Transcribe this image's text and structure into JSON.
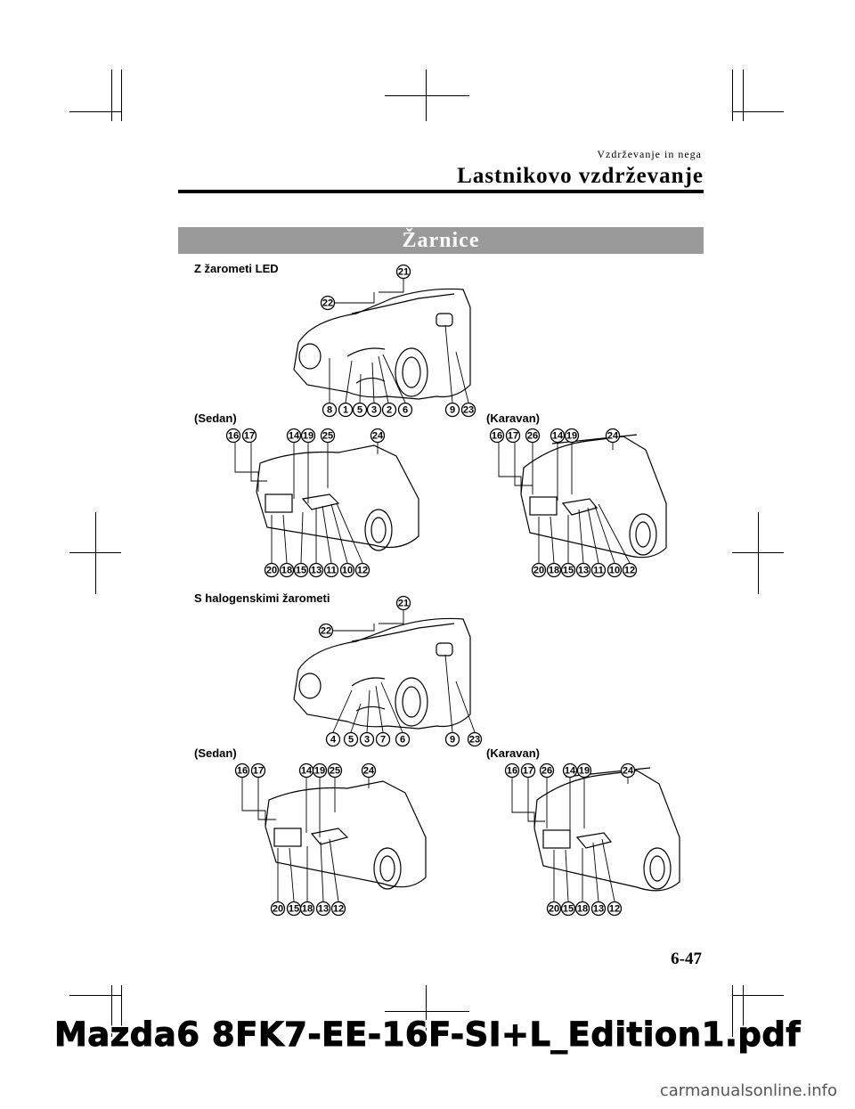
{
  "header": {
    "section": "Vzdrževanje in nega",
    "chapter": "Lastnikovo vzdrževanje"
  },
  "title": "Žarnice",
  "led": {
    "label": "Z žarometi LED",
    "front_callouts": [
      "21",
      "22",
      "8",
      "1",
      "5",
      "3",
      "2",
      "6",
      "9",
      "23"
    ],
    "sedan_label": "(Sedan)",
    "sedan_top": [
      "16",
      "17",
      "14",
      "19",
      "25",
      "24"
    ],
    "sedan_bottom": [
      "20",
      "18",
      "15",
      "13",
      "11",
      "10",
      "12"
    ],
    "wagon_label": "(Karavan)",
    "wagon_top": [
      "16",
      "17",
      "26",
      "14",
      "19",
      "24"
    ],
    "wagon_bottom": [
      "20",
      "18",
      "15",
      "13",
      "11",
      "10",
      "12"
    ]
  },
  "halogen": {
    "label": "S halogenskimi žarometi",
    "front_callouts": [
      "21",
      "22",
      "4",
      "5",
      "3",
      "7",
      "6",
      "9",
      "23"
    ],
    "sedan_label": "(Sedan)",
    "sedan_top": [
      "16",
      "17",
      "14",
      "19",
      "25",
      "24"
    ],
    "sedan_bottom": [
      "20",
      "15",
      "18",
      "13",
      "12"
    ],
    "wagon_label": "(Karavan)",
    "wagon_top": [
      "16",
      "17",
      "26",
      "14",
      "19",
      "24"
    ],
    "wagon_bottom": [
      "20",
      "15",
      "18",
      "13",
      "12"
    ]
  },
  "page_number": "6-47",
  "footer": "Mazda6 8FK7-EE-16F-SI+L_Edition1.pdf",
  "watermark": "carmanualsonline.info"
}
